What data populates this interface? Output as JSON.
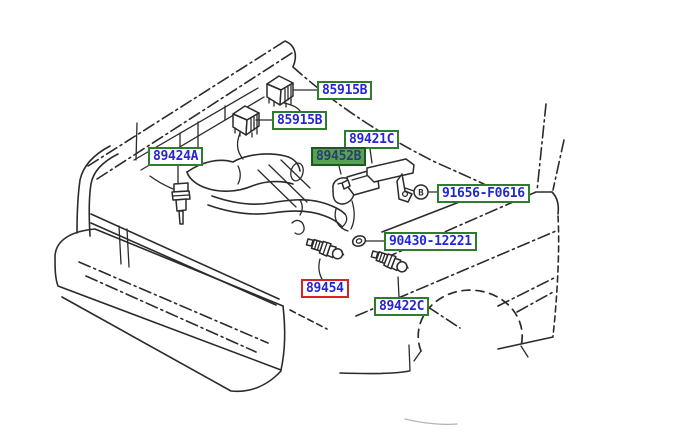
{
  "diagram_type": "vehicle-parts-diagram",
  "parts": {
    "relay_top_label": "85915B",
    "relay_lower_label": "85915B",
    "sensor_bracket_label": "89421C",
    "selected_sensor_label": "89452B",
    "left_sensor_label": "89424A",
    "bolt_label": "91656-F0616",
    "gasket_label": "90430-12221",
    "red_highlight_sensor_label": "89454",
    "right_sensor_label": "89422C",
    "bolt_callout_letter": "B"
  },
  "colors": {
    "label_text_blue": "#2525d4",
    "label_border_green": "#2e7d2e",
    "label_border_red": "#d42424",
    "selected_label_background": "#55a155",
    "selected_label_text": "#2c3e70",
    "line_art": "#2b2b2b",
    "background": "#ffffff"
  }
}
